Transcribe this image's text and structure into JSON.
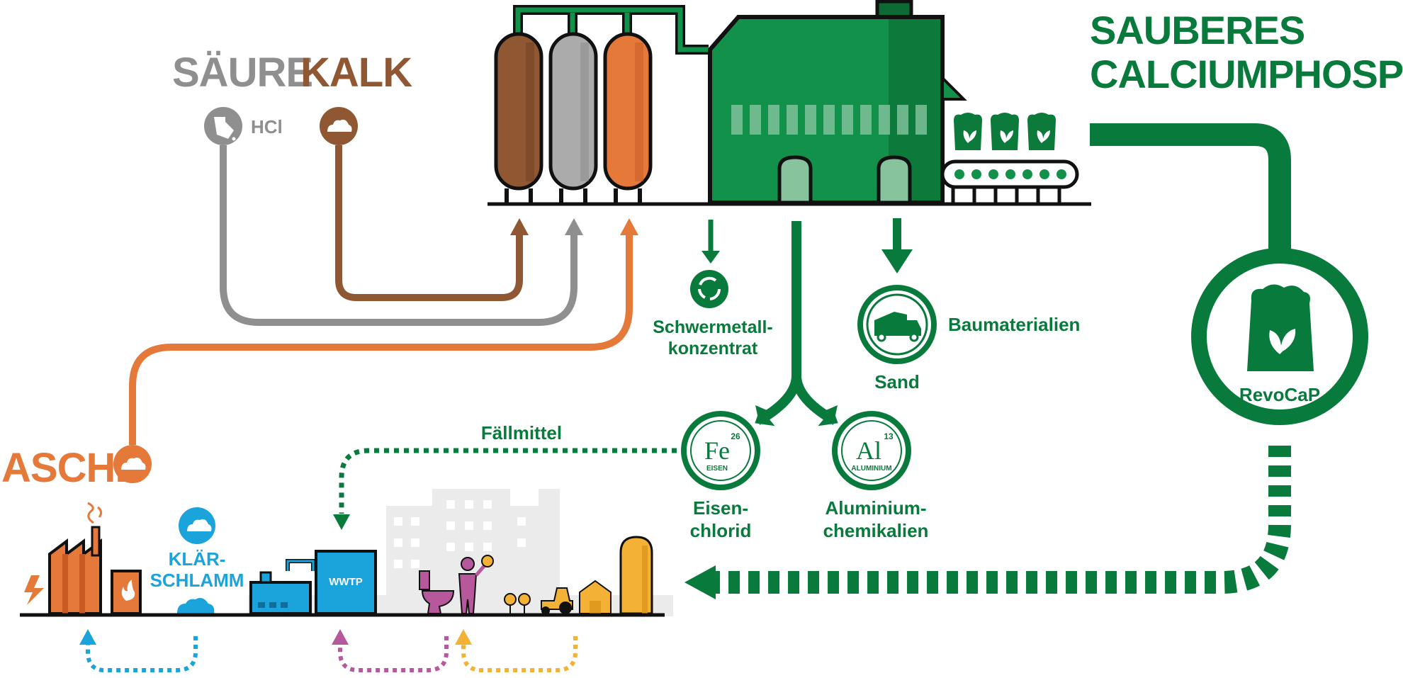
{
  "inputs": {
    "acid": "SÄURE",
    "acid_formula": "HCl",
    "lime": "KALK",
    "ash": "ASCHE"
  },
  "output": {
    "title_line1": "SAUBERES",
    "title_line2": "CALCIUMPHOSPHAT",
    "brand": "RevoCaP"
  },
  "byproducts": {
    "heavy_metal_line1": "Schwermetall-",
    "heavy_metal_line2": "konzentrat",
    "sand": "Sand",
    "building": "Baumaterialien",
    "precipitant": "Fällmittel",
    "iron_line1": "Eisen-",
    "iron_line2": "chlorid",
    "aluminium_line1": "Aluminium-",
    "aluminium_line2": "chemikalien"
  },
  "elements": {
    "fe_symbol": "Fe",
    "fe_number": "26",
    "fe_name": "EISEN",
    "al_symbol": "Al",
    "al_number": "13",
    "al_name": "ALUMINIUM"
  },
  "city": {
    "sludge_line1": "KLÄR-",
    "sludge_line2": "SCHLAMM",
    "wwtp": "WWTP"
  },
  "colors": {
    "green": "#087a3c",
    "green_bright": "#12914a",
    "brown": "#8f5732",
    "grey": "#8f8f8f",
    "orange": "#e4793a",
    "blue": "#1ba3dc",
    "magenta": "#b7579c",
    "yellow": "#f3b235"
  }
}
